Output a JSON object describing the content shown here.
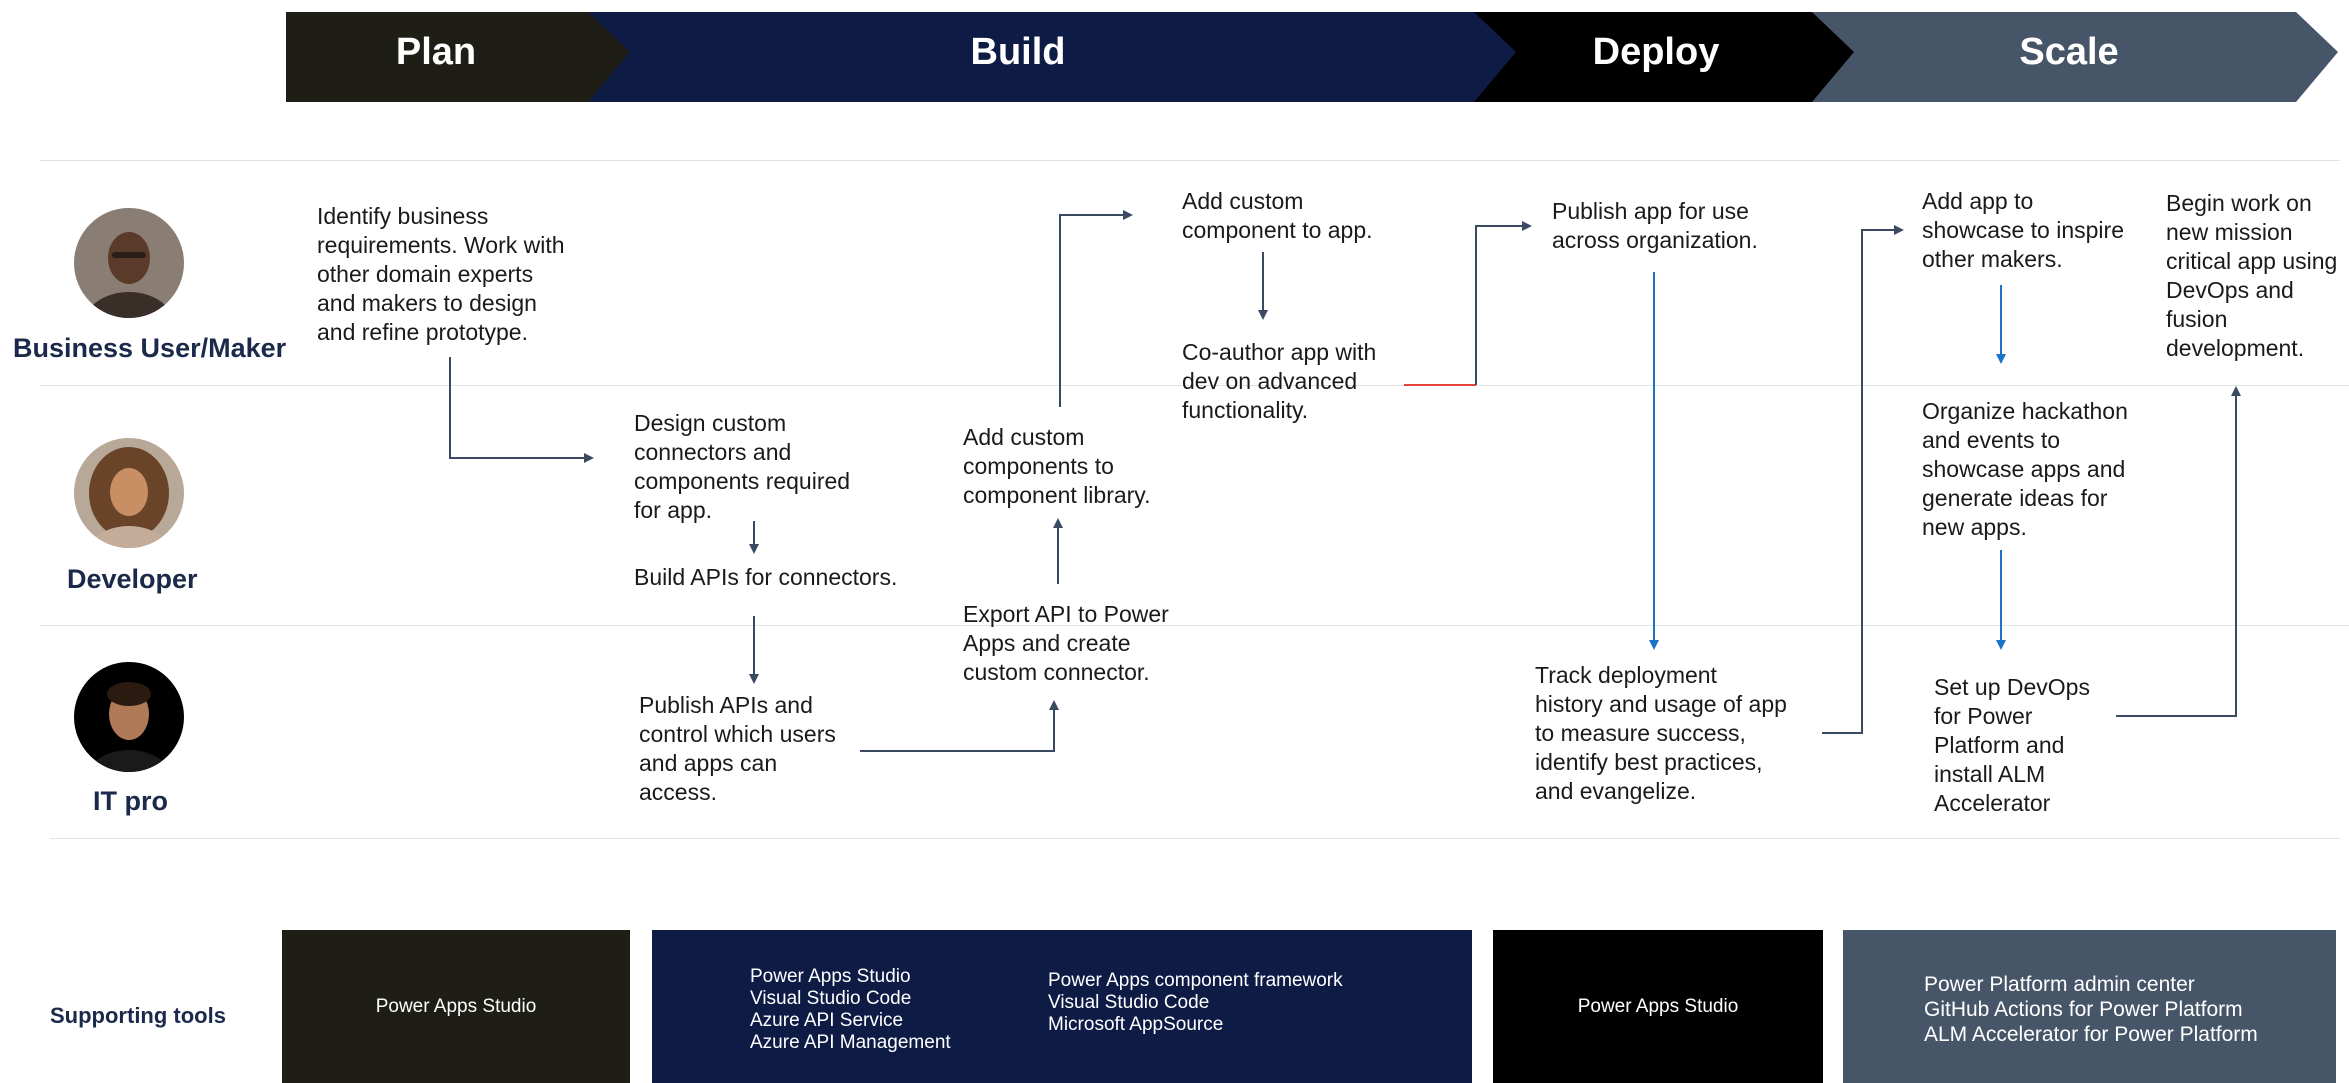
{
  "phases": [
    {
      "label": "Plan",
      "color": "#1e1e16"
    },
    {
      "label": "Build",
      "color": "#0d1b45"
    },
    {
      "label": "Deploy",
      "color": "#000000"
    },
    {
      "label": "Scale",
      "color": "#475569"
    }
  ],
  "personas": [
    {
      "name": "Business User/Maker",
      "icon": "person-avatar-icon"
    },
    {
      "name": "Developer",
      "icon": "person-avatar-icon"
    },
    {
      "name": "IT pro",
      "icon": "person-avatar-icon"
    }
  ],
  "steps": {
    "identify_requirements": "Identify business\nrequirements. Work with\nother domain experts\nand makers to design\nand refine prototype.",
    "design_connectors": "Design custom\nconnectors and\ncomponents required\nfor app.",
    "build_apis": "Build APIs for connectors.",
    "publish_apis": "Publish APIs and\ncontrol which users\nand apps can\naccess.",
    "add_components_library": "Add custom\ncomponents to\ncomponent library.",
    "export_api": "Export API to Power\nApps and create\ncustom connector.",
    "add_component_app": "Add custom\ncomponent to app.",
    "coauthor_app": "Co-author app with\ndev on advanced\nfunctionality.",
    "publish_app": "Publish app for use\nacross organization.",
    "track_deployment": "Track deployment\nhistory and usage of app\nto measure success,\nidentify best practices,\nand evangelize.",
    "add_showcase": "Add app to\nshowcase to inspire\nother makers.",
    "organize_hackathon": "Organize hackathon\nand events to\nshowcase apps and\ngenerate ideas for\nnew apps.",
    "setup_devops": "Set up DevOps\nfor Power\nPlatform and\ninstall ALM\nAccelerator",
    "begin_mission": "Begin work on\nnew mission\ncritical app using\nDevOps and\nfusion\ndevelopment."
  },
  "tools": {
    "label": "Supporting tools",
    "plan": "Power Apps Studio",
    "build_left": "Power Apps Studio\nVisual Studio Code\nAzure API Service\nAzure API Management",
    "build_right": "Power Apps component framework\nVisual Studio Code\nMicrosoft AppSource",
    "deploy": "Power Apps Studio",
    "scale": "Power Platform admin center\nGitHub Actions for Power Platform\nALM Accelerator for Power Platform"
  },
  "colors": {
    "arrow_dark": "#3b4a63",
    "arrow_blue": "#1a73c8",
    "accent_red": "#e0443b",
    "divider": "#dfe3e8"
  }
}
